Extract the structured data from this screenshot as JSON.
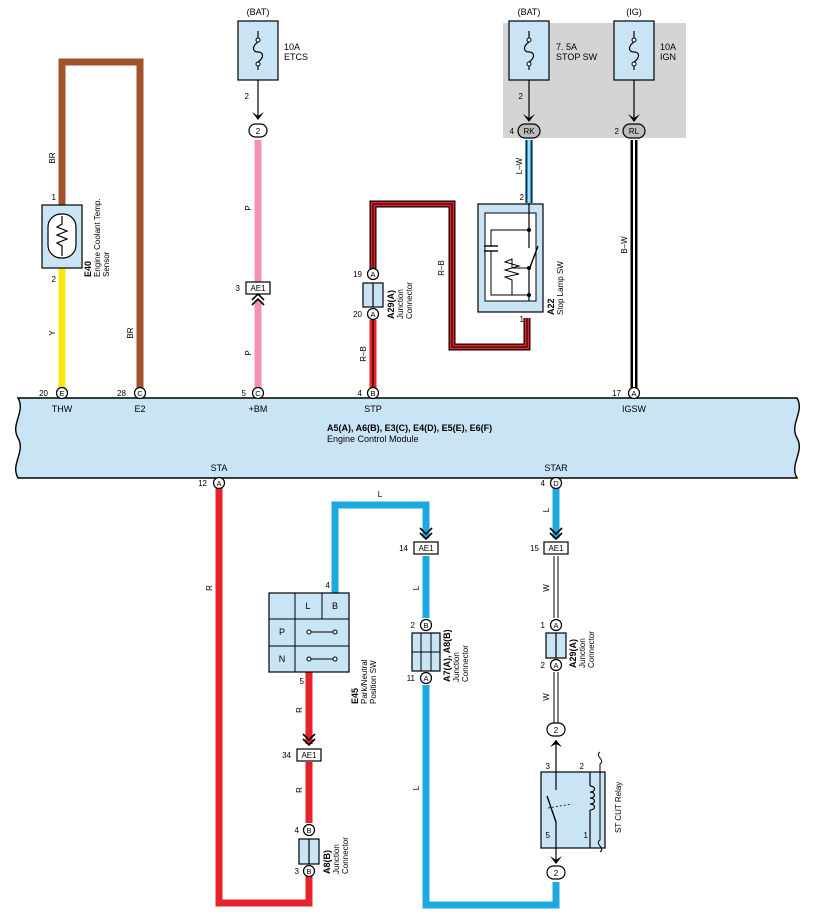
{
  "colors": {
    "brown": "#a0522d",
    "pink": "#f48fb8",
    "red": "#e8222a",
    "blue": "#1ea8e0",
    "yellow": "#fbe514",
    "component_fill": "#c9e4f4",
    "grey_zone": "#d4d4d4"
  },
  "fuses": [
    {
      "supply": "(BAT)",
      "rating": "10A",
      "name": "ETCS",
      "pin": "2"
    },
    {
      "supply": "(BAT)",
      "rating": "7. 5A",
      "name": "STOP SW",
      "pin": "2"
    },
    {
      "supply": "(IG)",
      "rating": "10A",
      "name": "IGN",
      "pin": "2"
    }
  ],
  "ecm": {
    "connectors": "A5(A), A6(B), E3(C), E4(D), E5(E), E6(F)",
    "name": "Engine Control Module",
    "top_terminals": [
      {
        "pin": "20",
        "conn": "E",
        "label": "THW"
      },
      {
        "pin": "28",
        "conn": "C",
        "label": "E2"
      },
      {
        "pin": "5",
        "conn": "C",
        "label": "+BM"
      },
      {
        "pin": "4",
        "conn": "B",
        "label": "STP"
      },
      {
        "pin": "17",
        "conn": "A",
        "label": "IGSW"
      }
    ],
    "bottom_terminals": [
      {
        "pin": "12",
        "conn": "A",
        "label": "STA"
      },
      {
        "pin": "4",
        "conn": "D",
        "label": "STAR"
      }
    ]
  },
  "components": {
    "e40": {
      "code": "E40",
      "name1": "Engine Coolant Temp.",
      "name2": "Sensor",
      "pin_top": "1",
      "pin_bottom": "2"
    },
    "a22": {
      "code": "A22",
      "name": "Stop Lamp SW",
      "pin_top": "2",
      "pin_bottom": "1"
    },
    "a29_top": {
      "code": "A29(A)",
      "name1": "Junction",
      "name2": "Connector",
      "pin_top": "19",
      "pin_bottom": "20",
      "conn": "A"
    },
    "e45": {
      "code": "E45",
      "name1": "Park/Neutral",
      "name2": "Position SW",
      "col_l": "L",
      "col_b": "B",
      "row_p": "P",
      "row_n": "N",
      "pin_top": "4",
      "pin_bottom": "5"
    },
    "a7a8": {
      "code": "A7(A), A8(B)",
      "name1": "Junction",
      "name2": "Connector",
      "pin_top": "2",
      "conn_top": "B",
      "pin_bottom": "11",
      "conn_bottom": "A"
    },
    "a29_bot": {
      "code": "A29(A)",
      "name1": "Junction",
      "name2": "Connector",
      "pin_top": "1",
      "pin_bottom": "2",
      "conn": "A"
    },
    "a8b": {
      "code": "A8(B)",
      "name1": "Junction",
      "name2": "Connector",
      "pin_top": "4",
      "pin_bottom": "3",
      "conn": "B"
    },
    "relay": {
      "name": "ST CUT Relay",
      "pin_3": "3",
      "pin_2": "2",
      "pin_5": "5",
      "pin_1": "1"
    }
  },
  "connectors": {
    "ae1_bm": {
      "label": "AE1",
      "pin": "3"
    },
    "ae1_14": {
      "label": "AE1",
      "pin": "14"
    },
    "ae1_15": {
      "label": "AE1",
      "pin": "15"
    },
    "ae1_34": {
      "label": "AE1",
      "pin": "34"
    },
    "rk": {
      "label": "RK",
      "pin": "4"
    },
    "rl": {
      "label": "RL",
      "pin": "2"
    },
    "inline_2_top": {
      "label": "2"
    },
    "inline_2_a": {
      "label": "2"
    },
    "inline_2_b": {
      "label": "2"
    }
  },
  "wires": {
    "br": "BR",
    "y": "Y",
    "p": "P",
    "rb": "R–B",
    "lw": "L–W",
    "bw": "B–W",
    "r": "R",
    "l": "L",
    "w": "W"
  }
}
